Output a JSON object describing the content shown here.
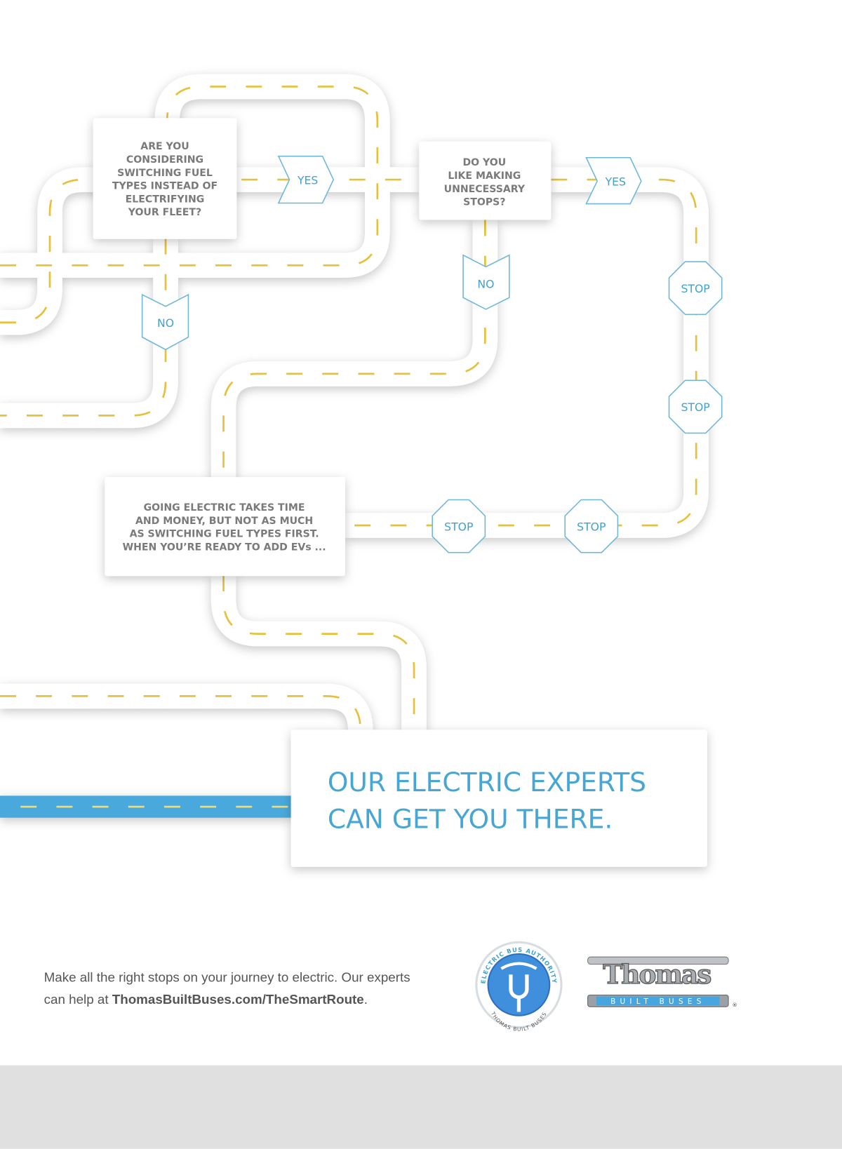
{
  "questions": {
    "fuel": [
      "ARE YOU",
      "CONSIDERING",
      "SWITCHING FUEL",
      "TYPES INSTEAD OF",
      "ELECTRIFYING",
      "YOUR FLEET?"
    ],
    "stops": [
      "DO YOU",
      "LIKE MAKING",
      "UNNECESSARY",
      "STOPS?"
    ],
    "going": [
      "GOING ELECTRIC TAKES TIME",
      "AND MONEY, BUT NOT AS MUCH",
      "AS SWITCHING FUEL TYPES FIRST.",
      "WHEN YOU’RE READY TO ADD EVs ..."
    ]
  },
  "signs": {
    "yes": "YES",
    "no": "NO",
    "stop": "STOP"
  },
  "headline": [
    "OUR ELECTRIC EXPERTS",
    "CAN GET YOU THERE."
  ],
  "footer": {
    "line1": "Make all the right stops on your journey to electric. Our experts",
    "line2_prefix": "can help at ",
    "link": "ThomasBuiltBuses.com/TheSmartRoute",
    "line2_suffix": "."
  },
  "logos": {
    "badge_top": "ELECTRIC BUS AUTHORITY",
    "badge_bottom": "THOMAS BUILT BUSES",
    "brand": "Thomas",
    "brand_sub": "BUILT BUSES"
  },
  "colors": {
    "accent": "#47a6d4",
    "dash": "#e6c13d",
    "band": "#e0e0e0"
  }
}
